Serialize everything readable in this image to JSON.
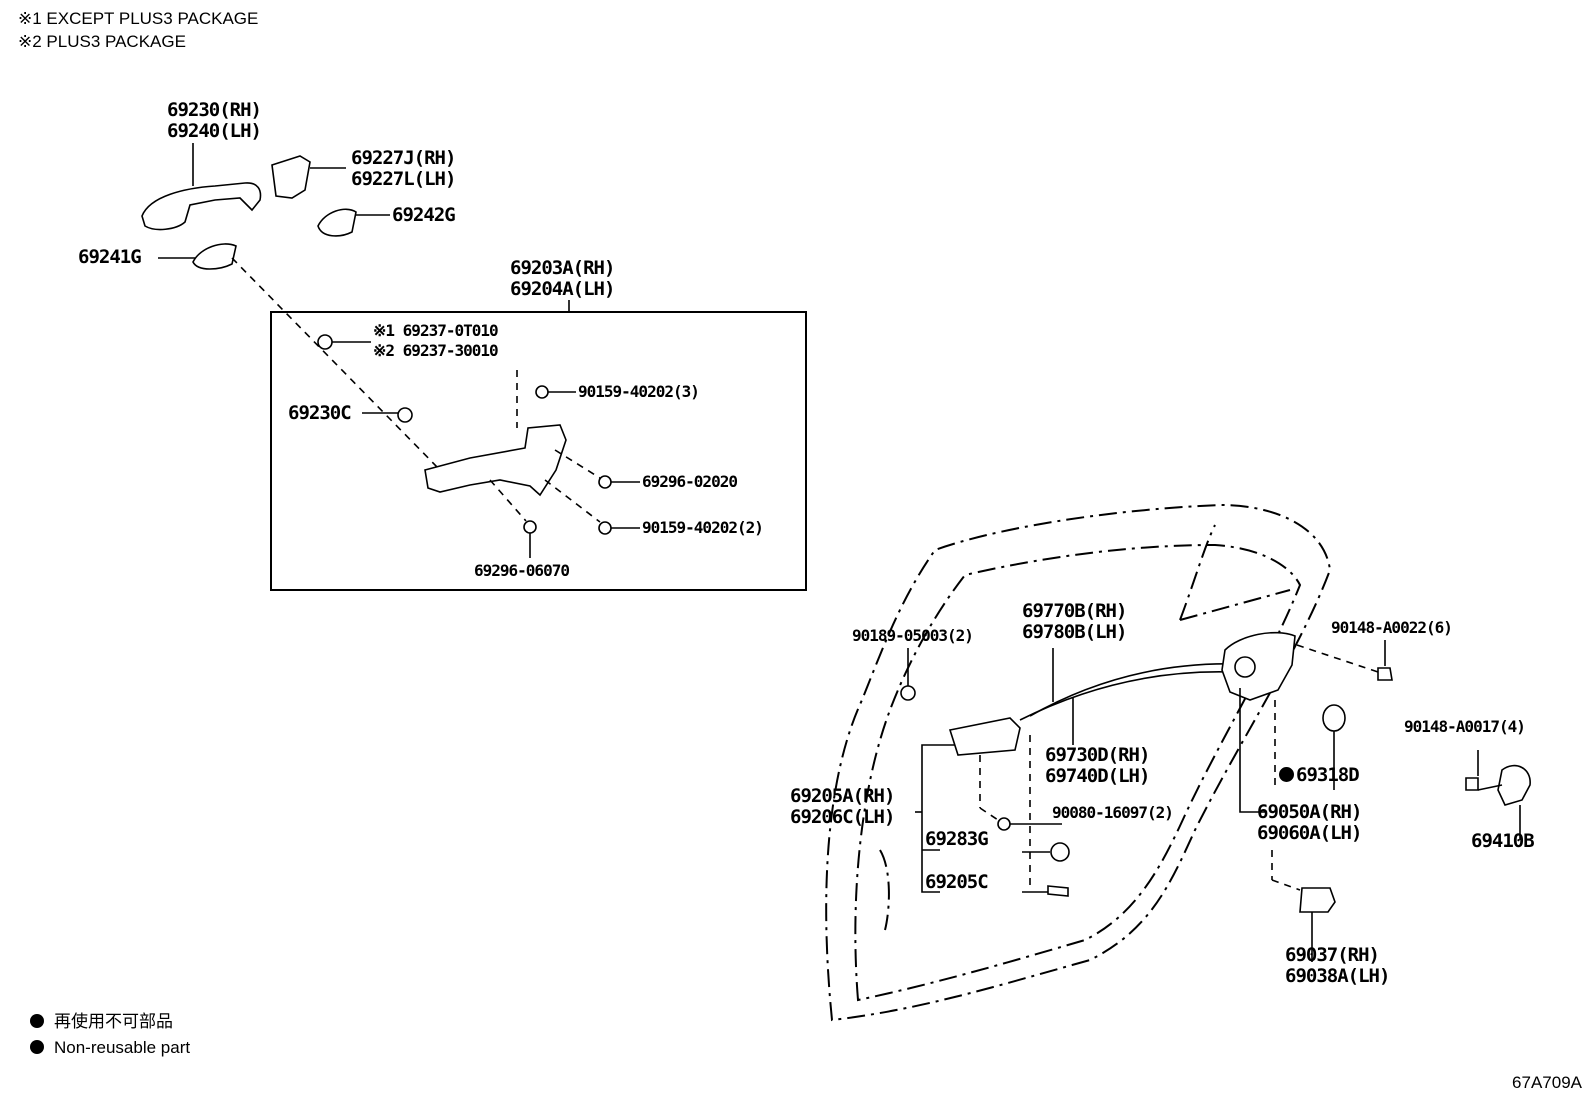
{
  "notes": {
    "note1": "※1 EXCEPT PLUS3 PACKAGE",
    "note2": "※2 PLUS3 PACKAGE"
  },
  "legend": {
    "line1": "再使用不可部品",
    "line2": "Non-reusable part"
  },
  "illustration_code": "67A709A",
  "parts": {
    "handle_rh": "69230(RH)",
    "handle_lh": "69240(LH)",
    "cover_rh": "69227J(RH)",
    "cover_lh": "69227L(LH)",
    "pad_69242g": "69242G",
    "pad_69241g": "69241G",
    "frame_rh": "69203A(RH)",
    "frame_lh": "69204A(LH)",
    "cyl_note1": "※1 69237-0T010",
    "cyl_note2": "※2 69237-30010",
    "screw_90159_3": "90159-40202(3)",
    "part_69230c": "69230C",
    "screw_69296_02020": "69296-02020",
    "screw_90159_2": "90159-40202(2)",
    "screw_69296_06070": "69296-06070",
    "clip_90189": "90189-05003(2)",
    "cable_rh": "69770B(RH)",
    "cable_lh": "69780B(LH)",
    "bolt_90148_a0022": "90148-A0022(6)",
    "bolt_90148_a0017": "90148-A0017(4)",
    "cable2_rh": "69730D(RH)",
    "cable2_lh": "69740D(LH)",
    "seal_69318d": "69318D",
    "inner_rh": "69205A(RH)",
    "inner_lh": "69206C(LH)",
    "screw_90080": "90080-16097(2)",
    "lock_rh": "69050A(RH)",
    "lock_lh": "69060A(LH)",
    "part_69283g": "69283G",
    "part_69205c": "69205C",
    "striker": "69410B",
    "protector_rh": "69037(RH)",
    "protector_lh": "69038A(LH)"
  }
}
